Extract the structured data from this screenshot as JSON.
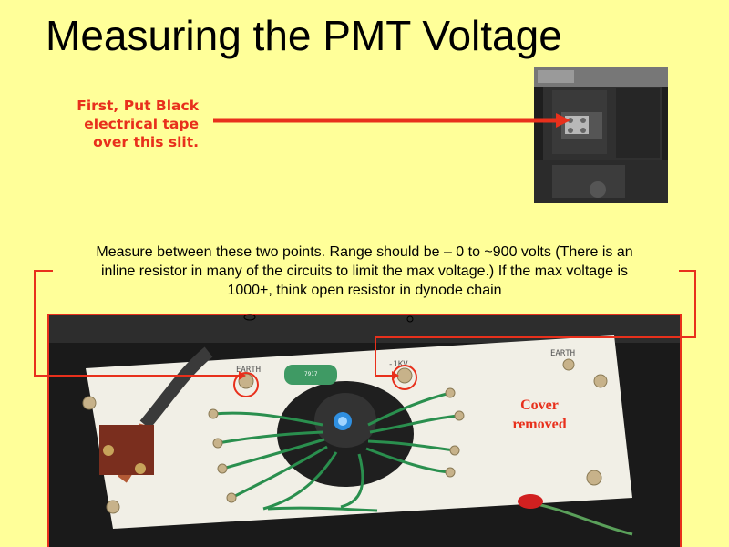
{
  "slide": {
    "title": "Measuring the PMT Voltage",
    "callout_lines": [
      "First, Put Black",
      "electrical tape",
      "over this slit."
    ],
    "instruction_lines": [
      "Measure between these two points.  Range should be – 0 to ~900 volts (There is an",
      "inline resistor in many of the circuits to limit the max voltage.)  If the max voltage is",
      "1000+, think open resistor in dynode chain"
    ],
    "cover_label_lines": [
      "Cover",
      "removed"
    ],
    "plate_labels": {
      "earth_left": "EARTH",
      "kv": "-1KV.",
      "earth_right": "EARTH"
    }
  },
  "colors": {
    "background": "#ffff99",
    "accent": "#e8301c",
    "text": "#000000"
  },
  "icons": {
    "callout_arrow": "arrow-right-icon",
    "measure_point_left": "circle-marker-icon",
    "measure_point_right": "circle-marker-icon"
  }
}
